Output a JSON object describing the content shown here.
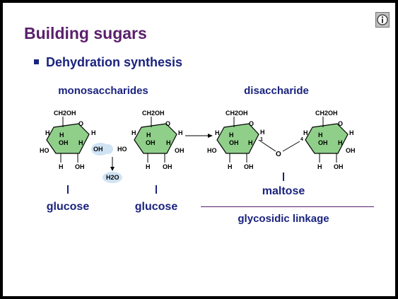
{
  "slide": {
    "title": "Building sugars",
    "bullet": "Dehydration synthesis",
    "label_left": "monosaccharides",
    "label_right": "disaccharide"
  },
  "molecules": {
    "ring_fill": "#8fcf8a",
    "ring_stroke": "#000000",
    "water_bubble": "#cfe3f5",
    "glucose1": {
      "ch2oh": "CH2OH",
      "o": "O",
      "h_left": "H",
      "h_in1": "H",
      "h_right": "H",
      "ho": "HO",
      "oh_in": "OH",
      "h_in2": "H",
      "oh_right": "OH",
      "h_bottom": "H",
      "oh_bottom": "OH"
    },
    "glucose2": {
      "ch2oh": "CH2OH",
      "o": "O",
      "ho_left": "HO",
      "h_in1": "H",
      "h_right": "H",
      "oh_in": "OH",
      "h_in2": "H",
      "oh_right": "OH",
      "h_left": "H",
      "h_bottom": "H",
      "oh_bottom": "OH"
    },
    "water": "H2O",
    "maltose_a": {
      "ch2oh": "CH2OH",
      "o": "O",
      "h_left": "H",
      "h_in1": "H",
      "ho": "HO",
      "oh_in": "OH",
      "h_in2": "H",
      "h_bottom": "H",
      "oh_bottom": "OH",
      "c1": "1",
      "h_right": "H"
    },
    "bridge_o": "O",
    "maltose_b": {
      "ch2oh": "CH2OH",
      "o": "O",
      "c4": "4",
      "h_left": "H",
      "h_in1": "H",
      "oh_in": "OH",
      "h_in2": "H",
      "h_right": "H",
      "oh_right": "OH",
      "h_bottom": "H",
      "oh_bottom": "OH"
    }
  },
  "labels": {
    "glucose_1": "glucose",
    "glucose_2": "glucose",
    "maltose": "maltose",
    "linkage": "glycosidic linkage"
  }
}
